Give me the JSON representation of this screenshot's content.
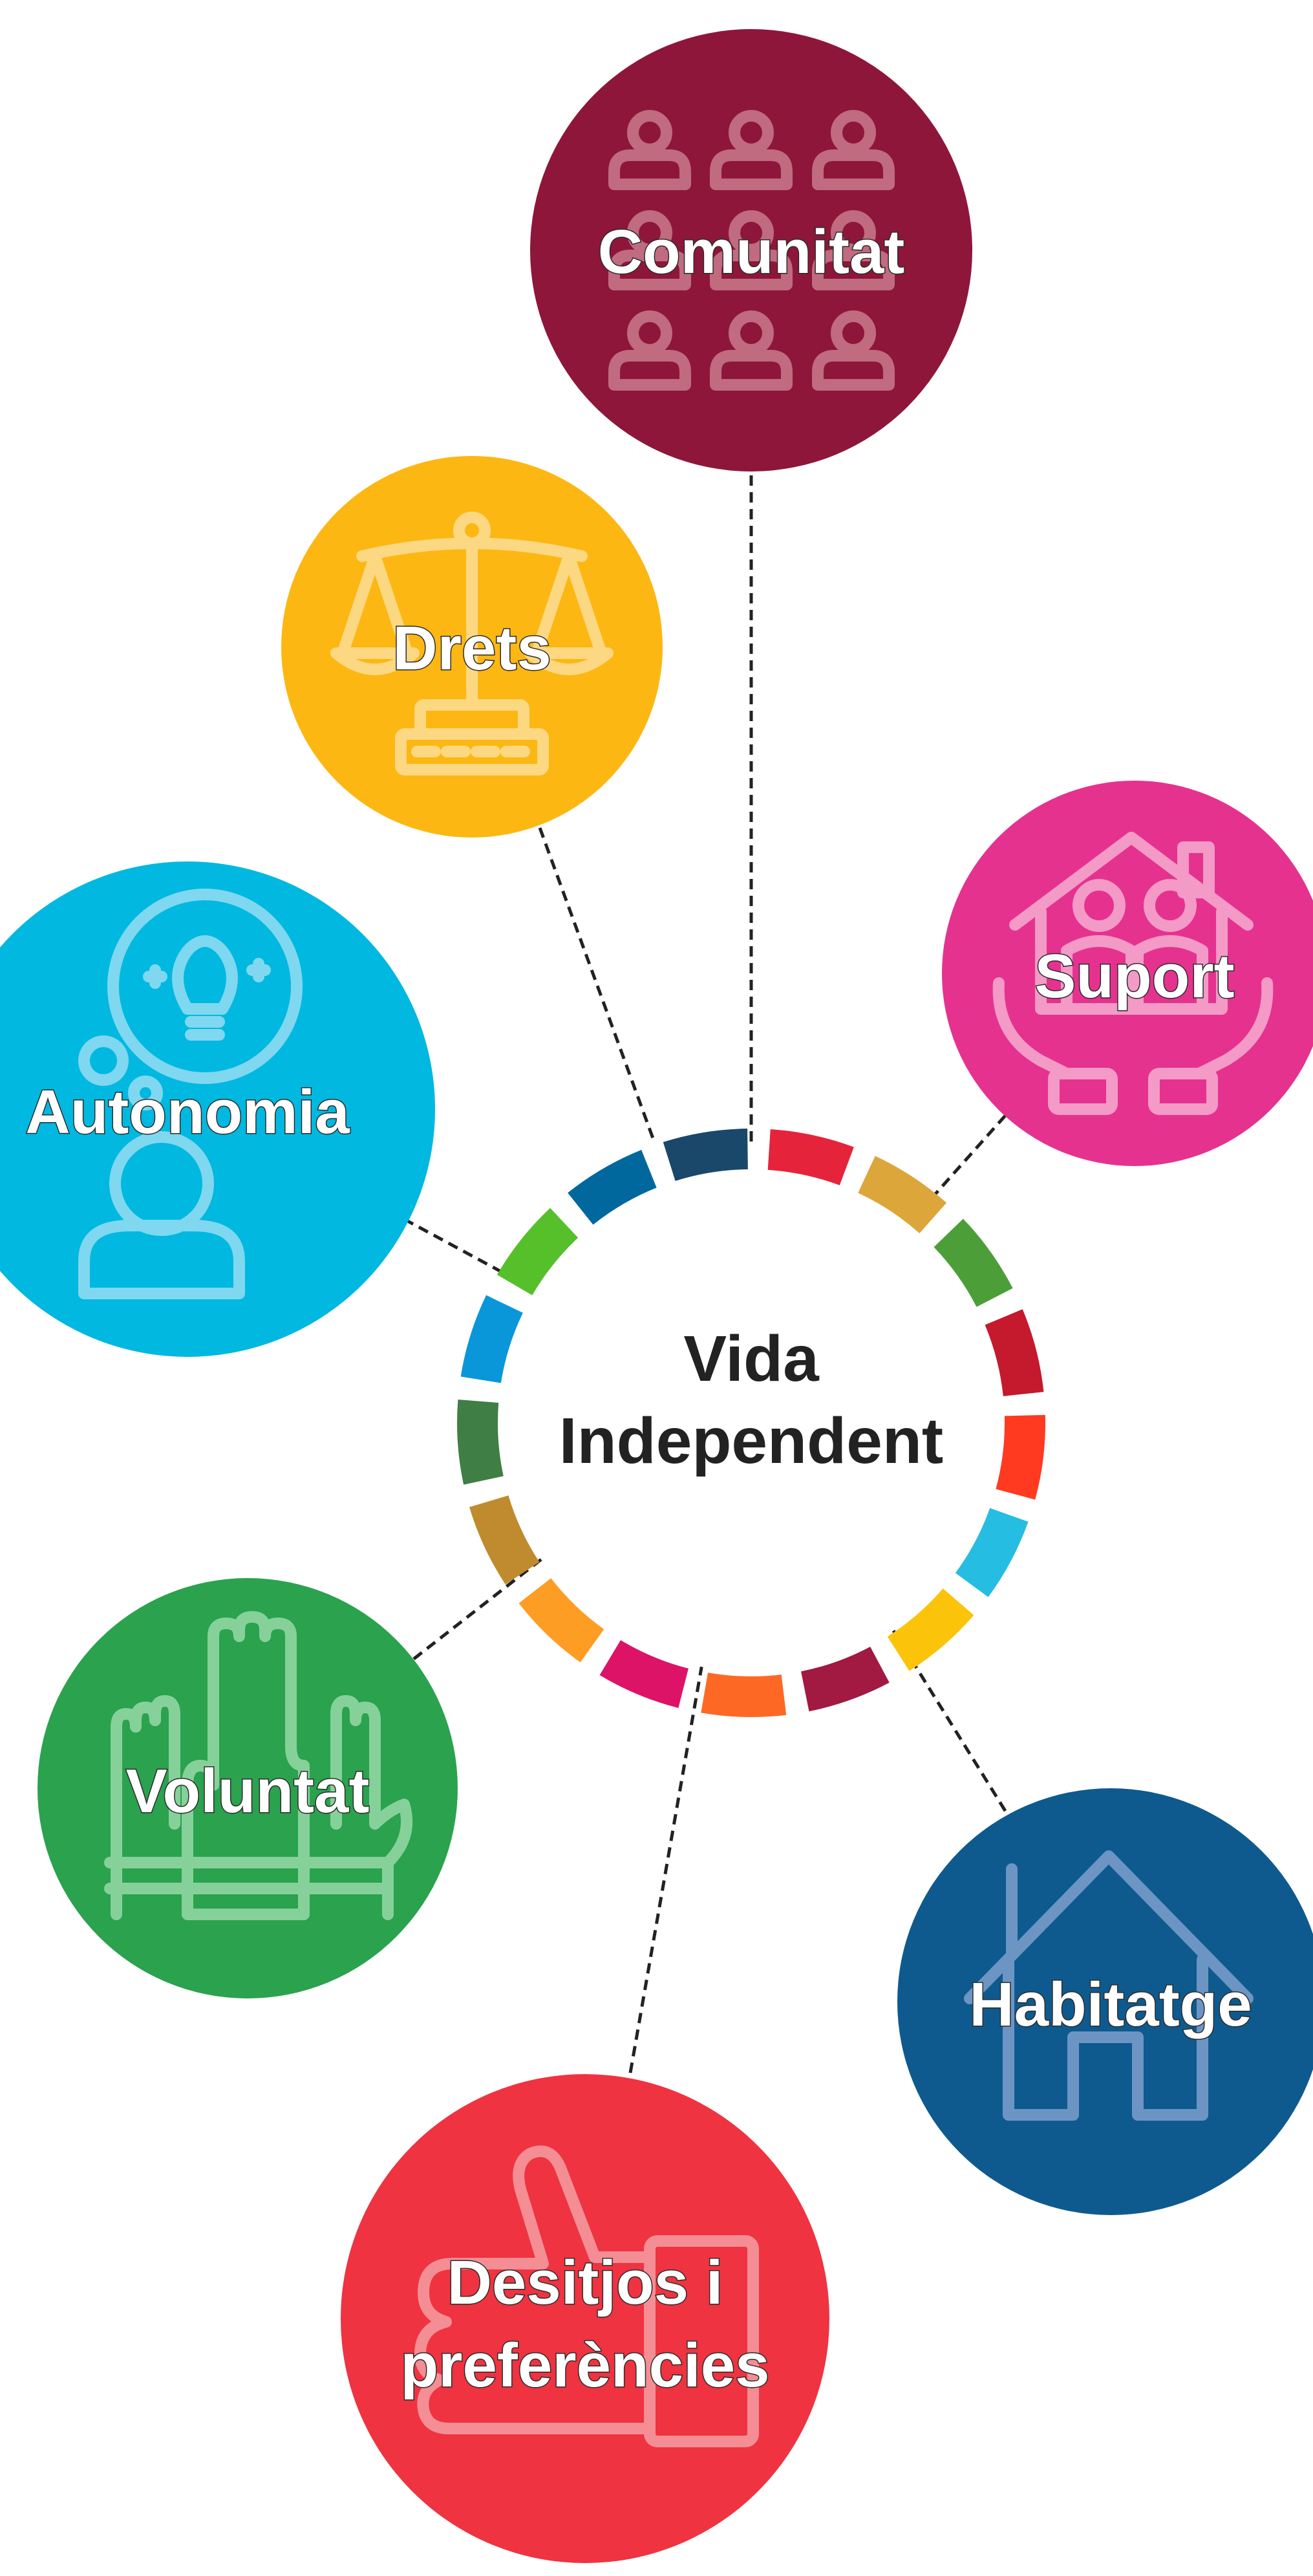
{
  "hub": {
    "line1": "Vida",
    "line2": "Independent",
    "ring_colors": [
      "#E5243B",
      "#DDA63A",
      "#4C9F38",
      "#C5192D",
      "#FF3A21",
      "#26BDE2",
      "#FCC30B",
      "#A21942",
      "#FD6925",
      "#DD1367",
      "#FD9D24",
      "#BF8B2E",
      "#3F7E44",
      "#0A97D9",
      "#56C02B",
      "#00689D",
      "#19486A"
    ]
  },
  "nodes": {
    "comunitat": {
      "label": "Comunitat",
      "color": "#8E163A",
      "icon": "people-grid-icon"
    },
    "drets": {
      "label": "Drets",
      "color": "#FDB713",
      "icon": "scales-icon"
    },
    "suport": {
      "label": "Suport",
      "color": "#E5328F",
      "icon": "house-hands-icon"
    },
    "autonomia": {
      "label": "Autonomia",
      "color": "#00B8E0",
      "icon": "person-lightbulb-icon"
    },
    "voluntat": {
      "label": "Voluntat",
      "color": "#2AA24E",
      "icon": "raised-hands-icon"
    },
    "habitatge": {
      "label": "Habitatge",
      "color": "#0E5A8E",
      "icon": "house-icon"
    },
    "desitjos": {
      "line1": "Desitjos i",
      "line2": "preferències",
      "color": "#EF3340",
      "icon": "thumbs-up-icon"
    }
  }
}
